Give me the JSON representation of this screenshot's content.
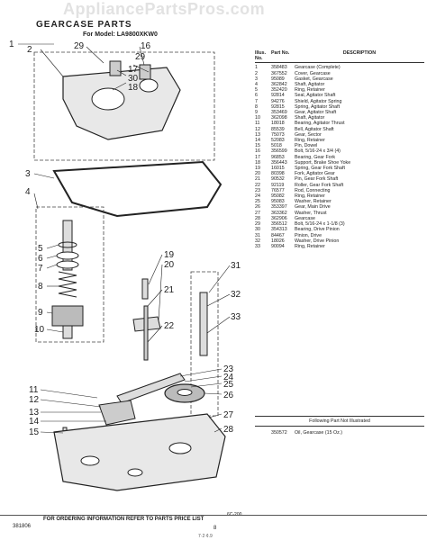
{
  "watermark": "AppliancePartsPros.com",
  "header": {
    "title": "GEARCASE PARTS",
    "model": "For Model: LA9800XKW0"
  },
  "table": {
    "col_illus": "Illus. No.",
    "col_part": "Part No.",
    "col_desc": "DESCRIPTION",
    "rows": [
      {
        "illus": "1",
        "part": "358483",
        "desc": "Gearcase (Complete)"
      },
      {
        "illus": "2",
        "part": "367552",
        "desc": "Cover, Gearcase"
      },
      {
        "illus": "3",
        "part": "95089",
        "desc": "Gasket, Gearcase"
      },
      {
        "illus": "4",
        "part": "362842",
        "desc": "Shaft, Agitator"
      },
      {
        "illus": "5",
        "part": "352420",
        "desc": "Ring, Retainer"
      },
      {
        "illus": "6",
        "part": "92814",
        "desc": "Seal, Agitator Shaft"
      },
      {
        "illus": "7",
        "part": "94276",
        "desc": "Shield, Agitator Spring"
      },
      {
        "illus": "8",
        "part": "92815",
        "desc": "Spring, Agitator Shaft"
      },
      {
        "illus": "9",
        "part": "353469",
        "desc": "Gear, Agitator Shaft"
      },
      {
        "illus": "10",
        "part": "362098",
        "desc": "Shaft, Agitator"
      },
      {
        "illus": "11",
        "part": "18018",
        "desc": "Bearing, Agitator Thrust"
      },
      {
        "illus": "12",
        "part": "85539",
        "desc": "Bell, Agitator Shaft"
      },
      {
        "illus": "13",
        "part": "75073",
        "desc": "Gear, Sector"
      },
      {
        "illus": "14",
        "part": "52083",
        "desc": "Ring, Retainer"
      },
      {
        "illus": "15",
        "part": "5018",
        "desc": "Pin, Dowel"
      },
      {
        "illus": "16",
        "part": "356599",
        "desc": "Bolt, 5/16-24 x 3/4 (4)"
      },
      {
        "illus": "17",
        "part": "96853",
        "desc": "Bearing, Gear Fork"
      },
      {
        "illus": "18",
        "part": "356443",
        "desc": "Support, Brake Shoe Yoke"
      },
      {
        "illus": "19",
        "part": "16015",
        "desc": "Spring, Gear Fork Shaft"
      },
      {
        "illus": "20",
        "part": "80398",
        "desc": "Fork, Agitator Gear"
      },
      {
        "illus": "21",
        "part": "90532",
        "desc": "Pin, Gear Fork Shaft"
      },
      {
        "illus": "22",
        "part": "92119",
        "desc": "Roller, Gear Fork Shaft"
      },
      {
        "illus": "23",
        "part": "76577",
        "desc": "Rod, Connecting"
      },
      {
        "illus": "24",
        "part": "95082",
        "desc": "Ring, Retainer"
      },
      {
        "illus": "25",
        "part": "95083",
        "desc": "Washer, Retainer"
      },
      {
        "illus": "26",
        "part": "353397",
        "desc": "Gear, Main Drive"
      },
      {
        "illus": "27",
        "part": "363362",
        "desc": "Washer, Thrust"
      },
      {
        "illus": "28",
        "part": "362906",
        "desc": "Gearcase"
      },
      {
        "illus": "29",
        "part": "356512",
        "desc": "Bolt, 5/16-24 x 1-1/8 (3)"
      },
      {
        "illus": "30",
        "part": "354313",
        "desc": "Bearing, Drive Pinion"
      },
      {
        "illus": "31",
        "part": "84467",
        "desc": "Pinion, Drive"
      },
      {
        "illus": "32",
        "part": "18026",
        "desc": "Washer, Drive Pinion"
      },
      {
        "illus": "33",
        "part": "90094",
        "desc": "Ring, Retainer"
      }
    ]
  },
  "following": "Following Part Not Illustrated",
  "extra": {
    "part": "350572",
    "desc": "Oil, Gearcase (15 Oz.)"
  },
  "footer": "FOR ORDERING INFORMATION REFER TO PARTS PRICE LIST",
  "page_code": "381806",
  "page_num": "8",
  "bottom_code": "7·2·¢.9",
  "diagram_code": "6C-200",
  "callouts": [
    "1",
    "2",
    "29",
    "16",
    "29",
    "17",
    "30",
    "18",
    "3",
    "4",
    "5",
    "6",
    "7",
    "8",
    "9",
    "10",
    "19",
    "20",
    "21",
    "22",
    "31",
    "32",
    "33",
    "11",
    "12",
    "13",
    "14",
    "15",
    "23",
    "24",
    "25",
    "26",
    "27",
    "28"
  ]
}
